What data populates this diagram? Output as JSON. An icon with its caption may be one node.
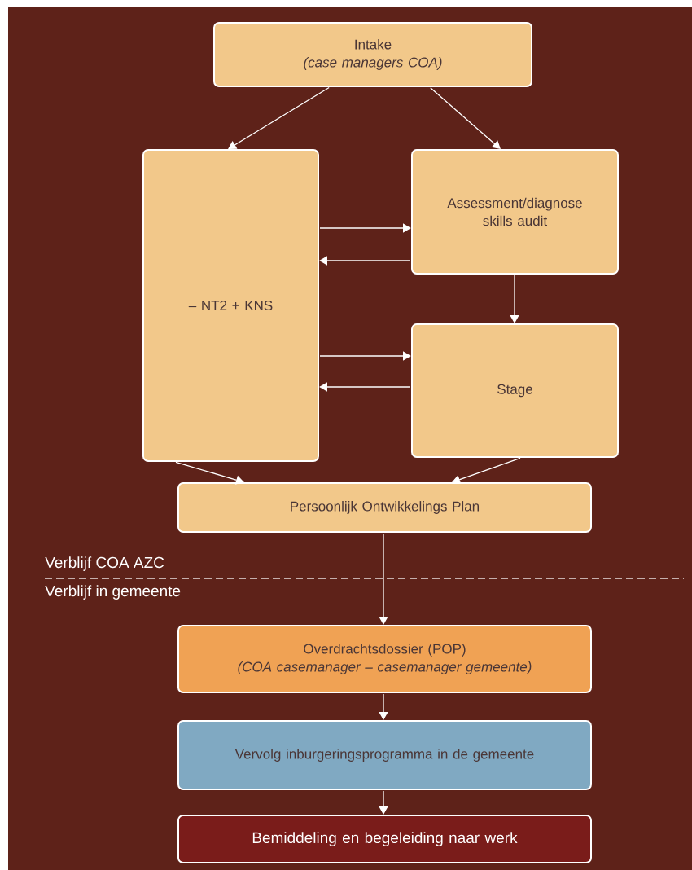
{
  "diagram": {
    "nodes": [
      {
        "text": [
          "Intake",
          "(case managers COA)"
        ]
      },
      {
        "text": [
          "– NT2 + KNS"
        ]
      },
      {
        "text": [
          "Assessment/diagnose skills audit"
        ]
      },
      {
        "text": [
          "Stage"
        ]
      },
      {
        "text": [
          "Persoonlijk Ontwikkelings Plan"
        ]
      },
      {
        "text": [
          "Overdrachtsdossier (POP)",
          "(COA casemanager – casemanager gemeente)"
        ]
      },
      {
        "text": [
          "Vervolg inburgeringsprogramma in de gemeente"
        ]
      },
      {
        "text": [
          "Bemiddeling en begeleiding naar werk"
        ]
      }
    ],
    "edges": [
      {
        "from": 0,
        "to": 1,
        "arrow": "to"
      },
      {
        "from": 0,
        "to": 2,
        "arrow": "to"
      },
      {
        "from": 1,
        "to": 2,
        "arrow": "to"
      },
      {
        "from": 2,
        "to": 1,
        "arrow": "to"
      },
      {
        "from": 2,
        "to": 3,
        "arrow": "to"
      },
      {
        "from": 1,
        "to": 3,
        "arrow": "to"
      },
      {
        "from": 3,
        "to": 1,
        "arrow": "to"
      },
      {
        "from": 1,
        "to": 4,
        "arrow": "to"
      },
      {
        "from": 3,
        "to": 4,
        "arrow": "to"
      },
      {
        "from": 4,
        "to": 5,
        "arrow": "to"
      },
      {
        "from": 5,
        "to": 6,
        "arrow": "to"
      },
      {
        "from": 6,
        "to": 7,
        "arrow": "to"
      }
    ],
    "labels": [
      "Verblijf  COA AZC",
      "Verblijf in gemeente"
    ]
  }
}
